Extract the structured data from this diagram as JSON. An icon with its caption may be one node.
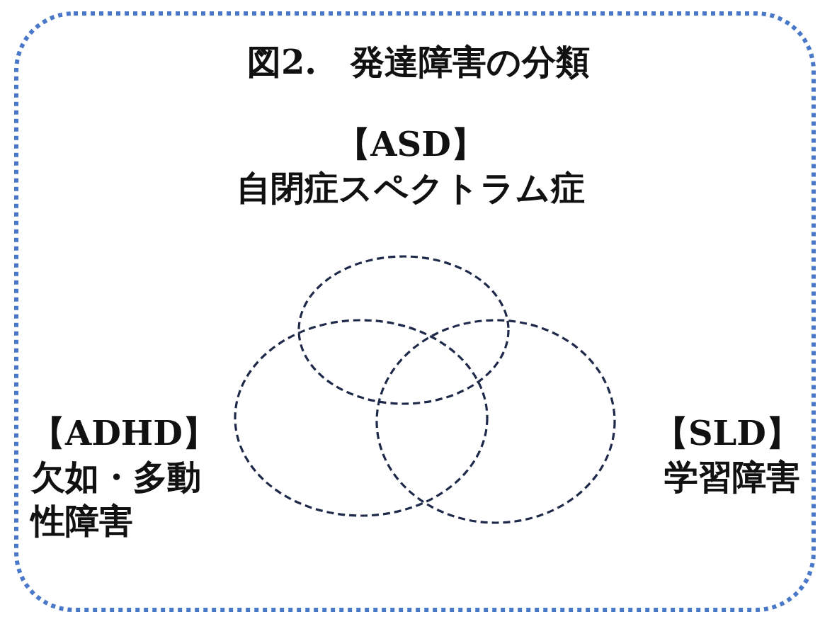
{
  "diagram": {
    "title": "図2.　発達障害の分類",
    "nodes": [
      {
        "text": [
          "【ASD】",
          "自閉症スペクトラム症"
        ]
      },
      {
        "text": [],
        "shape": "ellipse"
      },
      {
        "text": [],
        "shape": "ellipse"
      },
      {
        "text": [],
        "shape": "ellipse"
      },
      {
        "text": [
          "【ADHD】",
          "欠如・多動性障害"
        ]
      },
      {
        "text": [
          "【SLD】",
          "学習障害"
        ]
      }
    ],
    "edges": []
  }
}
